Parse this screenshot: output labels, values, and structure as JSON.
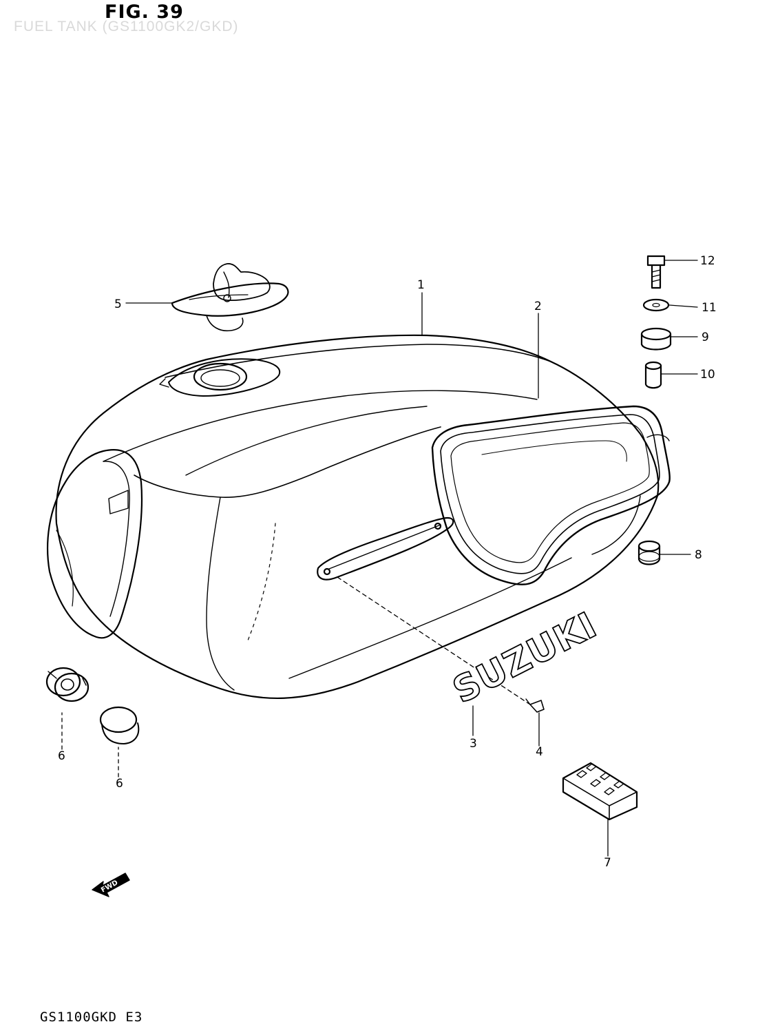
{
  "figure": {
    "number_label": "FIG. 39",
    "subtitle": "FUEL TANK (GS1100GK2/GKD)",
    "model_code": "GS1100GKD E3"
  },
  "emblem_text": "SUZUKI",
  "direction_marker": "FWD",
  "callouts": [
    {
      "id": "c1",
      "label": "1"
    },
    {
      "id": "c2",
      "label": "2"
    },
    {
      "id": "c3",
      "label": "3"
    },
    {
      "id": "c4",
      "label": "4"
    },
    {
      "id": "c5",
      "label": "5"
    },
    {
      "id": "c6a",
      "label": "6"
    },
    {
      "id": "c6b",
      "label": "6"
    },
    {
      "id": "c7",
      "label": "7"
    },
    {
      "id": "c8",
      "label": "8"
    },
    {
      "id": "c9",
      "label": "9"
    },
    {
      "id": "c10",
      "label": "10"
    },
    {
      "id": "c11",
      "label": "11"
    },
    {
      "id": "c12",
      "label": "12"
    }
  ]
}
